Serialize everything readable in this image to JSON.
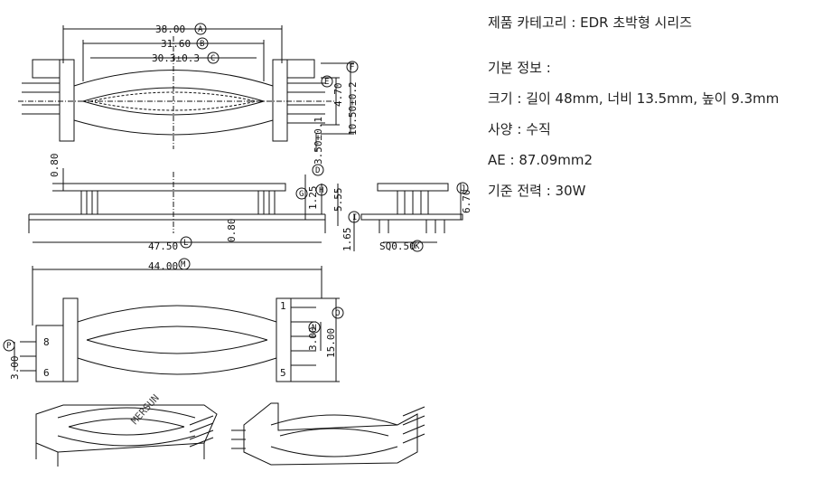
{
  "info": {
    "category": "제품 카테고리 : EDR 초박형 시리즈",
    "basic_title": "기본 정보 :",
    "size": "크기 : 길이 48mm, 너비 13.5mm, 높이 9.3mm",
    "spec": "사양 : 수직",
    "ae": "AE : 87.09mm2",
    "power": "기준 전력 : 30W"
  },
  "drawing": {
    "watermark": "MERSUN",
    "dims": {
      "a": "38.00",
      "b": "31.60",
      "c": "30.3±0.3",
      "e": "4.70",
      "f": "10.50±0.2",
      "d": "3.50±0.1",
      "g": "0.80",
      "h": "1.25",
      "i": "5.55",
      "j": "6.70",
      "k_left": "1.65",
      "k": "SQ0.50",
      "l": "47.50",
      "l2": "0.80",
      "m": "44.00",
      "n": "3.00",
      "o": "15.00",
      "p": "3.00"
    },
    "circle_labels": {
      "a": "A",
      "b": "B",
      "c": "C",
      "d": "D",
      "e": "E",
      "f": "F",
      "g": "G",
      "h": "H",
      "i": "I",
      "j": "J",
      "k": "K",
      "l": "L",
      "m": "M",
      "n": "N",
      "o": "O",
      "p": "P"
    },
    "pins": {
      "p1": "1",
      "p5": "5",
      "p6": "6",
      "p8": "8"
    }
  }
}
